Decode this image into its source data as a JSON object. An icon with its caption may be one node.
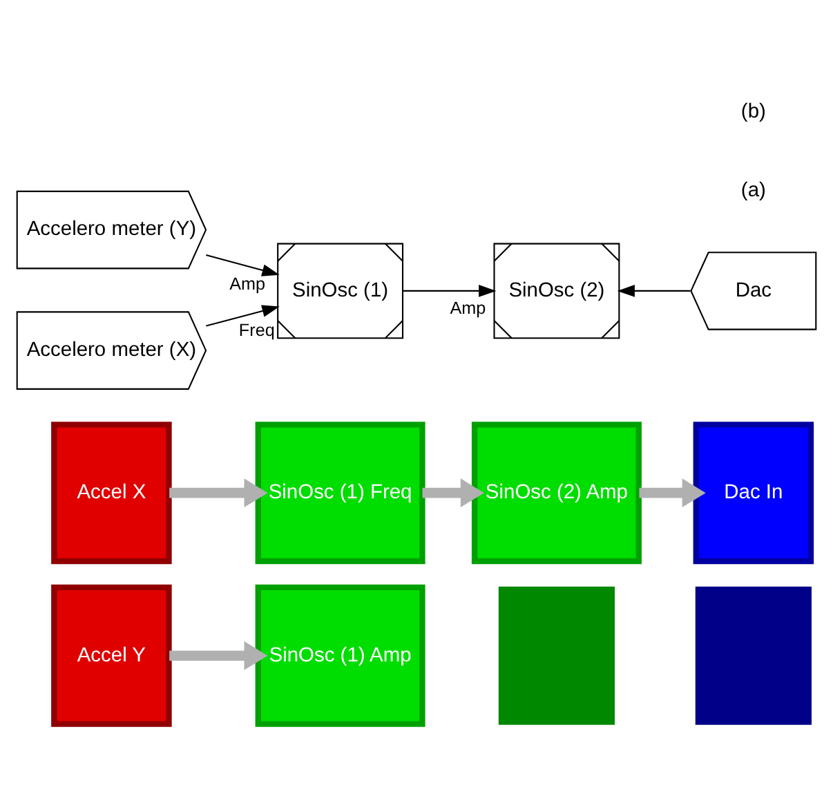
{
  "diagram": {
    "nodes": [
      {
        "text": [
          "Accel Y"
        ]
      },
      {
        "text": [
          "SinOsc (1) Amp"
        ]
      },
      {
        "text": [],
        "shape": "box"
      },
      {
        "text": [],
        "shape": "box"
      },
      {
        "text": [
          "Accel X"
        ]
      },
      {
        "text": [
          "SinOsc (1) Freq"
        ]
      },
      {
        "text": [
          "SinOsc (2) Amp"
        ]
      },
      {
        "text": [
          "Dac In"
        ]
      },
      {
        "text": [
          "Accelero meter (Y)"
        ]
      },
      {
        "text": [
          "Accelero meter (X)"
        ]
      },
      {
        "text": [
          "SinOsc (1)"
        ]
      },
      {
        "text": [
          "SinOsc (2)"
        ]
      },
      {
        "text": [
          "Dac"
        ]
      }
    ],
    "edges": [
      {
        "from": 0,
        "to": 1,
        "arrow": "to",
        "style": "thick",
        "color": "#b0b0b0"
      },
      {
        "from": 4,
        "to": 5,
        "arrow": "to",
        "style": "thick",
        "color": "#b0b0b0"
      },
      {
        "from": 5,
        "to": 6,
        "arrow": "to",
        "style": "thick",
        "color": "#b0b0b0"
      },
      {
        "from": 6,
        "to": 7,
        "arrow": "to",
        "style": "thick",
        "color": "#b0b0b0"
      },
      {
        "from": 8,
        "to": 10,
        "arrow": "to",
        "label": "Amp",
        "color": "#000000"
      },
      {
        "from": 9,
        "to": 10,
        "arrow": "to",
        "label": "Freq",
        "color": "#000000"
      },
      {
        "from": 10,
        "to": 11,
        "arrow": "to",
        "label": "Amp",
        "color": "#000000"
      },
      {
        "from": 12,
        "to": 11,
        "arrow": "to",
        "color": "#000000"
      }
    ],
    "labels": [
      "(a)",
      "(b)"
    ]
  }
}
